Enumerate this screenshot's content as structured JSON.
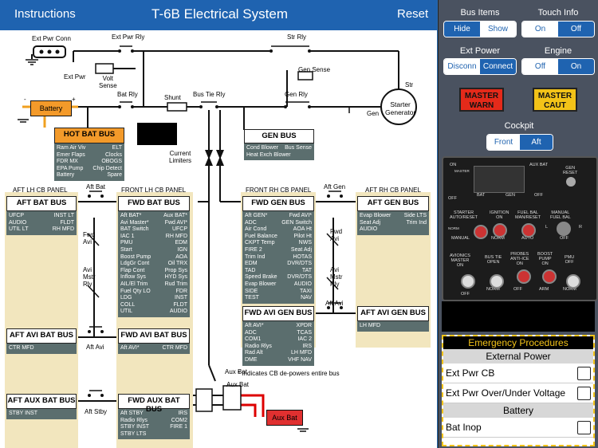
{
  "header": {
    "instructions": "Instructions",
    "title": "T-6B Electrical System",
    "reset": "Reset"
  },
  "diagram": {
    "labels": {
      "ext_pwr_conn": "Ext Pwr Conn",
      "ext_pwr_rly": "Ext Pwr Rly",
      "ext_pwr": "Ext Pwr",
      "volt_sense": "Volt\nSense",
      "str_rly": "Str Rly",
      "gen_sense": "Gen Sense",
      "str": "Str",
      "starter_generator": "Starter\nGenerator",
      "gen": "Gen",
      "bat_rly": "Bat Rly",
      "shunt": "Shunt",
      "bus_tie_rly": "Bus Tie Rly",
      "gen_rly": "Gen Rly",
      "battery": "Battery",
      "current_limiters": "Current\nLimiters",
      "fwd_avi": "Fwd\nAvi",
      "avi_mstr_rly_l": "Avi\nMstr\nRly",
      "fwd_avi_r": "Fwd\nAvi",
      "avi_mstr_rly_r": "Avi\nMstr\nRly",
      "aft_bat": "Aft Bat",
      "aft_gen": "Aft Gen",
      "aft_avi_l": "Aft Avi",
      "aft_avi_r": "Aft Avi",
      "aft_stby": "Aft Stby",
      "aux_bat_a": "Aux Bat",
      "aux_bat_b": "Aux Bat",
      "aux_bat": "Aux Bat",
      "note": "* Indicates CB de-powers entire bus",
      "minus": "-",
      "plus": "+"
    },
    "panels": {
      "aft_lh": "AFT LH CB PANEL",
      "front_lh": "FRONT LH CB PANEL",
      "front_rh": "FRONT RH CB PANEL",
      "aft_rh": "AFT RH CB PANEL"
    },
    "buses": {
      "hot_bat": {
        "title": "HOT BAT BUS",
        "rows": [
          [
            "Ram Air Viv",
            "ELT"
          ],
          [
            "Emer Flaps",
            "Clocks"
          ],
          [
            "FDR MX",
            "OBOGS"
          ],
          [
            "EPA Pump",
            "Chip Detect"
          ],
          [
            "Battery",
            "Spare"
          ]
        ]
      },
      "gen": {
        "title": "GEN BUS",
        "rows": [
          [
            "Cond Blower",
            "Bus Sense"
          ],
          [
            "Heat Exch Blower",
            ""
          ]
        ]
      },
      "aft_bat": {
        "title": "AFT BAT BUS",
        "rows": [
          [
            "UFCP",
            "INST LT"
          ],
          [
            "AUDIO",
            "FLDT"
          ],
          [
            "UTIL LT",
            "RH MFD"
          ]
        ]
      },
      "fwd_bat": {
        "title": "FWD BAT BUS",
        "rows": [
          [
            "Aft BAT*",
            "Aux BAT*"
          ],
          [
            "Avi Master*",
            "Fwd AVI*"
          ],
          [
            "BAT Switch",
            "UFCP"
          ],
          [
            "IAC 1",
            "RH MFD"
          ],
          [
            "PMU",
            "EDM"
          ],
          [
            "Start",
            "IGN"
          ],
          [
            "Boost Pump",
            "AOA"
          ],
          [
            "LdgGr Cont",
            "Oil TRX"
          ],
          [
            "Flap Cont",
            "Prop Sys"
          ],
          [
            "Inflow Sys",
            "HYD Sys"
          ],
          [
            "AIL/El Trim",
            "Rud Trim"
          ],
          [
            "Fuel Qty LO",
            "FDR"
          ],
          [
            "LDG",
            "INST"
          ],
          [
            "COLL",
            "FLDT"
          ],
          [
            "UTIL",
            "AUDIO"
          ]
        ]
      },
      "fwd_gen": {
        "title": "FWD GEN BUS",
        "rows": [
          [
            "Aft GEN*",
            "Fwd AVI*"
          ],
          [
            "ADC",
            "GEN Switch"
          ],
          [
            "Air Cond",
            "AOA Ht"
          ],
          [
            "Fuel Balance",
            "Pilot Ht"
          ],
          [
            "CKPT Temp",
            "NWS"
          ],
          [
            "FIRE 2",
            "Seat Adj"
          ],
          [
            "Trim Ind",
            "HOTAS"
          ],
          [
            "EDM",
            "DVR/DTS"
          ],
          [
            "TAD",
            "TAT"
          ],
          [
            "Speed Brake",
            "DVR/DTS"
          ],
          [
            "Evap Blower",
            "AUDIO"
          ],
          [
            "SIDE",
            "TAXI"
          ],
          [
            "TEST",
            "NAV"
          ]
        ]
      },
      "aft_gen": {
        "title": "AFT GEN BUS",
        "rows": [
          [
            "Evap Blower",
            "Side LTS"
          ],
          [
            "Seat Adj",
            "Trim Ind"
          ],
          [
            "AUDIO",
            ""
          ]
        ]
      },
      "aft_avi_bat": {
        "title": "AFT AVI BAT BUS",
        "rows": [
          [
            "CTR MFD",
            ""
          ]
        ]
      },
      "fwd_avi_bat": {
        "title": "FWD AVI BAT BUS",
        "rows": [
          [
            "Aft AVI*",
            "CTR MFD"
          ]
        ]
      },
      "fwd_avi_gen": {
        "title": "FWD AVI GEN BUS",
        "rows": [
          [
            "Aft AVI*",
            "XPDR"
          ],
          [
            "ADC",
            "TCAS"
          ],
          [
            "COM1",
            "IAC 2"
          ],
          [
            "Radio Rlys",
            "IRS"
          ],
          [
            "Rad Alt",
            "LH MFD"
          ],
          [
            "DME",
            "VHF NAV"
          ]
        ]
      },
      "aft_avi_gen": {
        "title": "AFT AVI GEN BUS",
        "rows": [
          [
            "LH MFD",
            ""
          ]
        ]
      },
      "aft_aux_bat": {
        "title": "AFT AUX BAT BUS",
        "rows": [
          [
            "STBY INST",
            ""
          ]
        ]
      },
      "fwd_aux_bat": {
        "title": "FWD AUX BAT BUS",
        "rows": [
          [
            "Aft STBY",
            "IRS"
          ],
          [
            "Radio Rlys",
            "COM2"
          ],
          [
            "STBY INST",
            "FIRE 1"
          ],
          [
            "STBY LTS",
            ""
          ]
        ]
      }
    }
  },
  "controls": {
    "bus_items": {
      "label": "Bus Items",
      "options": [
        "Hide",
        "Show"
      ],
      "selected": "Show"
    },
    "touch_info": {
      "label": "Touch Info",
      "options": [
        "On",
        "Off"
      ],
      "selected": "On"
    },
    "ext_power": {
      "label": "Ext Power",
      "options": [
        "Disconn",
        "Connect"
      ],
      "selected": "Disconn"
    },
    "engine": {
      "label": "Engine",
      "options": [
        "Off",
        "On"
      ],
      "selected": "Off"
    },
    "master_warn": "MASTER\nWARN",
    "master_caut": "MASTER\nCAUT",
    "cockpit": {
      "label": "Cockpit",
      "options": [
        "Front",
        "Aft"
      ],
      "selected": "Front"
    }
  },
  "cockpit_panel": {
    "on": "ON",
    "master": "MASTER",
    "off": "OFF",
    "bat": "BAT",
    "gen": "GEN",
    "off2": "OFF",
    "aux_bat": "AUX BAT",
    "gen_reset": "GEN\nRESET",
    "starter": "STARTER\nAUTO/RESET",
    "norm": "NORM",
    "manual": "MANUAL",
    "ignition": "IGNITION\nON",
    "norm2": "NORM",
    "fuel_bal": "FUEL BAL\nMAN/RESET",
    "auto": "AUTO",
    "manual_fuel": "MANUAL\nFUEL BAL",
    "l": "L",
    "r": "R",
    "off3": "OFF",
    "avionics": "AVIONICS\nMASTER\nON",
    "off4": "OFF",
    "bus_tie": "BUS TIE\nOPEN",
    "norm3": "NORM",
    "probes": "PROBES\nANTI-ICE\nON",
    "off5": "OFF",
    "boost": "BOOST\nPUMP\nON",
    "arm": "ARM",
    "pmu": "PMU\nOFF",
    "norm4": "NORM"
  },
  "emergency": {
    "title": "Emergency Procedures",
    "sections": [
      {
        "header": "External Power",
        "items": [
          "Ext Pwr CB",
          "Ext Pwr Over/Under Voltage"
        ]
      },
      {
        "header": "Battery",
        "items": [
          "Bat Inop"
        ]
      }
    ]
  }
}
